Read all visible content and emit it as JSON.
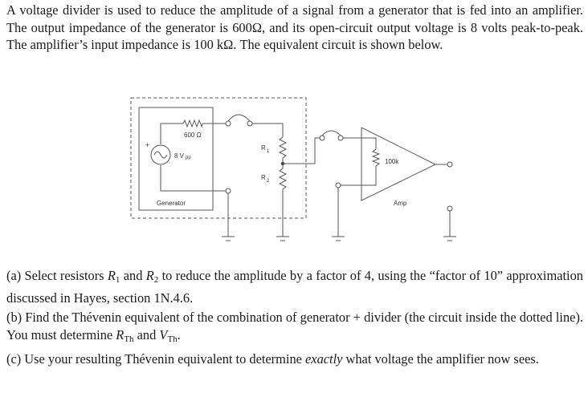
{
  "problem": {
    "intro": "A voltage divider is used to reduce the amplitude of a signal from a generator that is fed into an amplifier. The output impedance of the generator is 600Ω, and its open-circuit output voltage is 8 volts peak-to-peak. The amplifier’s input impedance is 100 kΩ. The equivalent circuit is shown below.",
    "parts": {
      "a": {
        "prefix": "(a) Select resistors ",
        "r1": "R",
        "r1_sub": "1",
        "mid": " and ",
        "r2": "R",
        "r2_sub": "2",
        "suffix": " to reduce the amplitude by a factor of 4, using the “factor of 10” approximation discussed in Hayes, section 1N.4.6."
      },
      "b": {
        "prefix": "(b) Find the Thévenin equivalent of the combination of generator + divider (the circuit inside the dotted line). You must determine ",
        "rth": "R",
        "rth_sub": "Th",
        "mid": " and ",
        "vth": "V",
        "vth_sub": "Th",
        "suffix": "."
      },
      "c": {
        "prefix": "(c) Use your resulting Thévenin equivalent to determine ",
        "emph": "exactly",
        "suffix": " what voltage the amplifier now sees."
      }
    }
  },
  "circuit": {
    "generator_label": "Generator",
    "source_resistance": "600 Ω",
    "source_voltage": "8 V",
    "source_voltage_sub": "pp",
    "source_polarity": "+",
    "r1_label": "R",
    "r1_sub": "1",
    "r2_label": "R",
    "r2_sub": "2",
    "amp_input_resistance": "100k",
    "amp_label": "Amp"
  }
}
